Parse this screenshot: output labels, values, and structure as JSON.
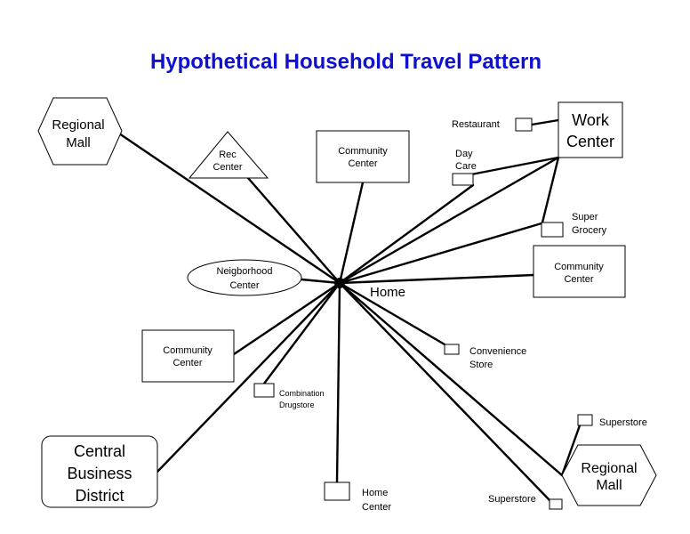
{
  "title": "Hypothetical Household Travel Pattern",
  "colors": {
    "title": "#1010d0",
    "lines": "#000000",
    "background": "#ffffff"
  },
  "nodes": {
    "home": {
      "lines": [
        "Home"
      ]
    },
    "regional_mall_nw": {
      "shape": "hexagon",
      "lines": [
        "Regional",
        "Mall"
      ]
    },
    "rec_center": {
      "shape": "triangle",
      "lines": [
        "Rec",
        "Center"
      ]
    },
    "community_center_top": {
      "shape": "rectangle",
      "lines": [
        "Community",
        "Center"
      ]
    },
    "restaurant": {
      "shape": "small-rectangle",
      "lines": [
        "Restaurant"
      ]
    },
    "work_center": {
      "shape": "rectangle",
      "lines": [
        "Work",
        "Center"
      ]
    },
    "day_care": {
      "shape": "small-rectangle",
      "lines": [
        "Day",
        "Care"
      ]
    },
    "super_grocery": {
      "shape": "small-rectangle",
      "lines": [
        "Super",
        "Grocery"
      ]
    },
    "community_center_right": {
      "shape": "rectangle",
      "lines": [
        "Community",
        "Center"
      ]
    },
    "neighborhood_center": {
      "shape": "ellipse",
      "lines": [
        "Neigborhood",
        "Center"
      ]
    },
    "community_center_left": {
      "shape": "rectangle",
      "lines": [
        "Community",
        "Center"
      ]
    },
    "convenience_store": {
      "shape": "small-rectangle",
      "lines": [
        "Convenience",
        "Store"
      ]
    },
    "combination_drugstore": {
      "shape": "small-rectangle",
      "lines": [
        "Combination",
        "Drugstore"
      ]
    },
    "superstore_upper": {
      "shape": "small-rectangle",
      "lines": [
        "Superstore"
      ]
    },
    "central_business_district": {
      "shape": "rounded-rectangle",
      "lines": [
        "Central",
        "Business",
        "District"
      ]
    },
    "home_center": {
      "shape": "small-rectangle",
      "lines": [
        "Home",
        "Center"
      ]
    },
    "superstore_lower": {
      "shape": "small-rectangle",
      "lines": [
        "Superstore"
      ]
    },
    "regional_mall_se": {
      "shape": "hexagon",
      "lines": [
        "Regional",
        "Mall"
      ]
    }
  },
  "connections": [
    [
      "home",
      "regional_mall_nw"
    ],
    [
      "home",
      "rec_center"
    ],
    [
      "home",
      "community_center_top"
    ],
    [
      "home",
      "day_care"
    ],
    [
      "home",
      "work_center"
    ],
    [
      "home",
      "super_grocery"
    ],
    [
      "home",
      "community_center_right"
    ],
    [
      "home",
      "neighborhood_center"
    ],
    [
      "home",
      "community_center_left"
    ],
    [
      "home",
      "convenience_store"
    ],
    [
      "home",
      "combination_drugstore"
    ],
    [
      "home",
      "central_business_district"
    ],
    [
      "home",
      "home_center"
    ],
    [
      "home",
      "superstore_lower"
    ],
    [
      "home",
      "regional_mall_se"
    ],
    [
      "work_center",
      "restaurant"
    ],
    [
      "work_center",
      "day_care"
    ],
    [
      "work_center",
      "super_grocery"
    ],
    [
      "regional_mall_se",
      "superstore_upper"
    ]
  ]
}
